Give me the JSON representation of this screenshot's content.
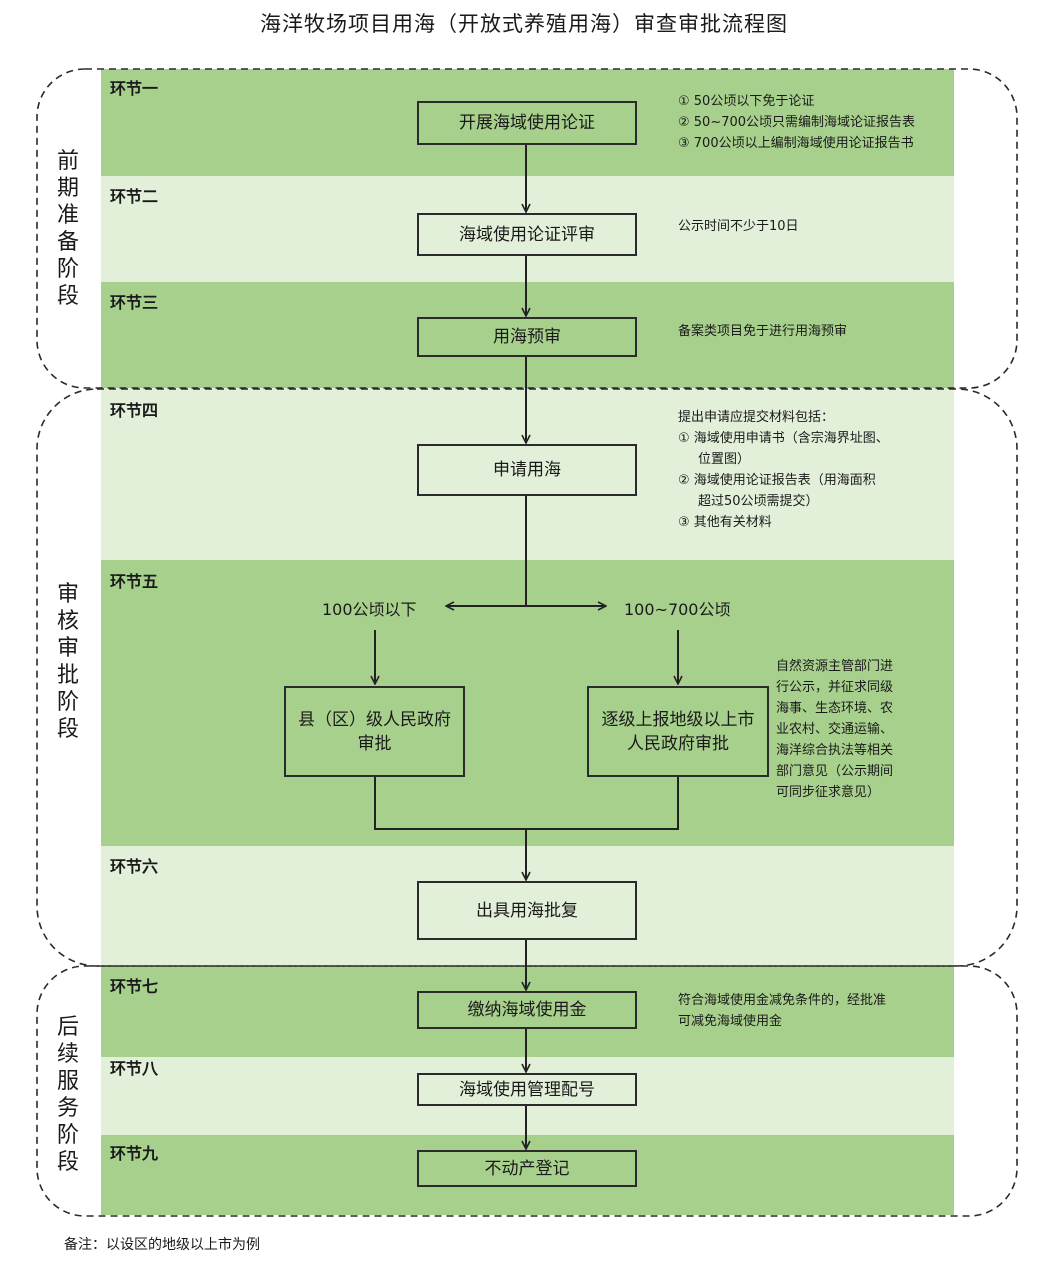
{
  "title": "海洋牧场项目用海（开放式养殖用海）审查审批流程图",
  "stages": [
    "前期准备阶段",
    "审核审批阶段",
    "后续服务阶段"
  ],
  "steps": [
    "环节一",
    "环节二",
    "环节三",
    "环节四",
    "环节五",
    "环节六",
    "环节七",
    "环节八",
    "环节九"
  ],
  "boxes": {
    "b1": "开展海域使用论证",
    "b2": "海域使用论证评审",
    "b3": "用海预审",
    "b4": "申请用海",
    "b5a_line1": "县（区）级人民政府",
    "b5a_line2": "审批",
    "b5b_line1": "逐级上报地级以上市",
    "b5b_line2": "人民政府审批",
    "b6": "出具用海批复",
    "b7": "缴纳海域使用金",
    "b8": "海域使用管理配号",
    "b9": "不动产登记"
  },
  "branches": {
    "left": "100公顷以下",
    "right": "100~700公顷"
  },
  "notes": {
    "n1": [
      "① 50公顷以下免于论证",
      "② 50~700公顷只需编制海域论证报告表",
      "③ 700公顷以上编制海域使用论证报告书"
    ],
    "n2": "公示时间不少于10日",
    "n3": "备案类项目免于进行用海预审",
    "n4": [
      "提出申请应提交材料包括：",
      "① 海域使用申请书（含宗海界址图、",
      "位置图）",
      "② 海域使用论证报告表（用海面积",
      "超过50公顷需提交）",
      "③ 其他有关材料"
    ],
    "n5": [
      "自然资源主管部门进",
      "行公示，并征求同级",
      "海事、生态环境、农",
      "业农村、交通运输、",
      "海洋综合执法等相关",
      "部门意见（公示期间",
      "可同步征求意见）"
    ],
    "n7": [
      "符合海域使用金减免条件的，经批准",
      "可减免海域使用金"
    ]
  },
  "footer": "备注：以设区的地级以上市为例",
  "colors": {
    "dark_band": "#a8d08d",
    "light_band": "#e2efd9"
  }
}
